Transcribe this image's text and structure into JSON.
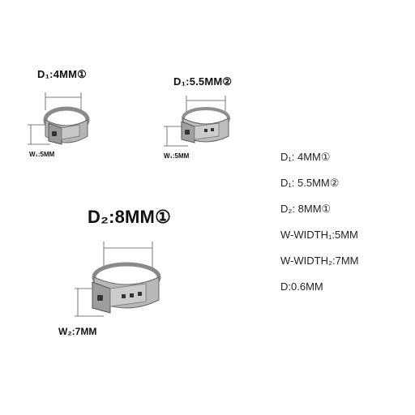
{
  "clamps": [
    {
      "diameter_label": "D₁:4MM①",
      "width_label": "W₁:5MM"
    },
    {
      "diameter_label": "D₁:5.5MM②",
      "width_label": "W₁:5MM"
    },
    {
      "diameter_label": "D₂:8MM①",
      "width_label": "W₂:7MM"
    }
  ],
  "specs": [
    "D₁:  4MM①",
    "D₁:  5.5MM②",
    "D₂:  8MM①",
    "W-WIDTH₁:5MM",
    "W-WIDTH₂:7MM",
    "D:0.6MM"
  ]
}
